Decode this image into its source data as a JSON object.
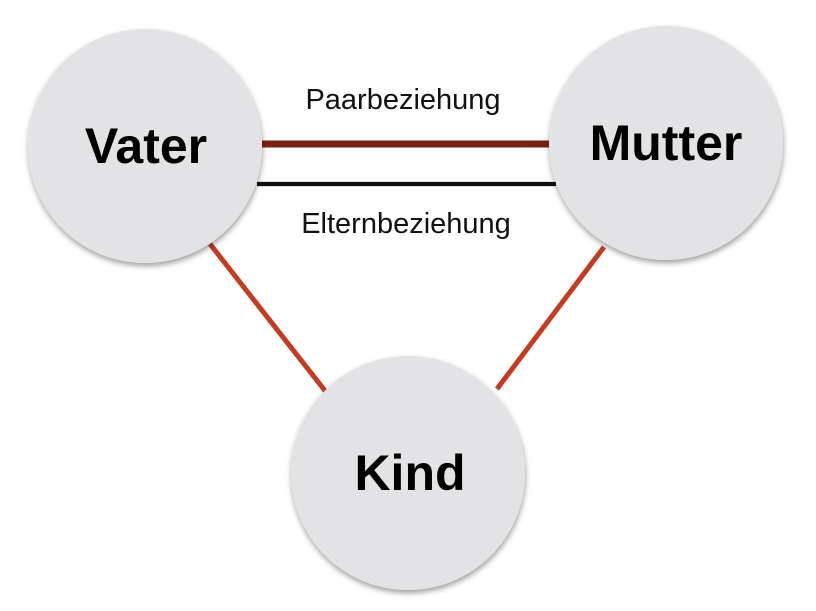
{
  "diagram": {
    "background": "#ffffff",
    "node_fill": "#e3e3e5",
    "node_text_color": "#000000",
    "nodes": [
      {
        "id": "vater",
        "label": "Vater"
      },
      {
        "id": "mutter",
        "label": "Mutter"
      },
      {
        "id": "kind",
        "label": "Kind"
      }
    ],
    "edges": [
      {
        "id": "paarbeziehung",
        "label": "Paarbeziehung",
        "from": "Vater",
        "to": "Mutter",
        "color": "#7a2116",
        "thickness": "thick"
      },
      {
        "id": "elternbeziehung",
        "label": "Elternbeziehung",
        "from": "Vater",
        "to": "Mutter",
        "color": "#0f0f0f",
        "thickness": "thin"
      },
      {
        "id": "vater-kind",
        "label": "",
        "from": "Vater",
        "to": "Kind",
        "color": "#c43b22",
        "thickness": "medium"
      },
      {
        "id": "mutter-kind",
        "label": "",
        "from": "Mutter",
        "to": "Kind",
        "color": "#c43b22",
        "thickness": "medium"
      }
    ]
  }
}
